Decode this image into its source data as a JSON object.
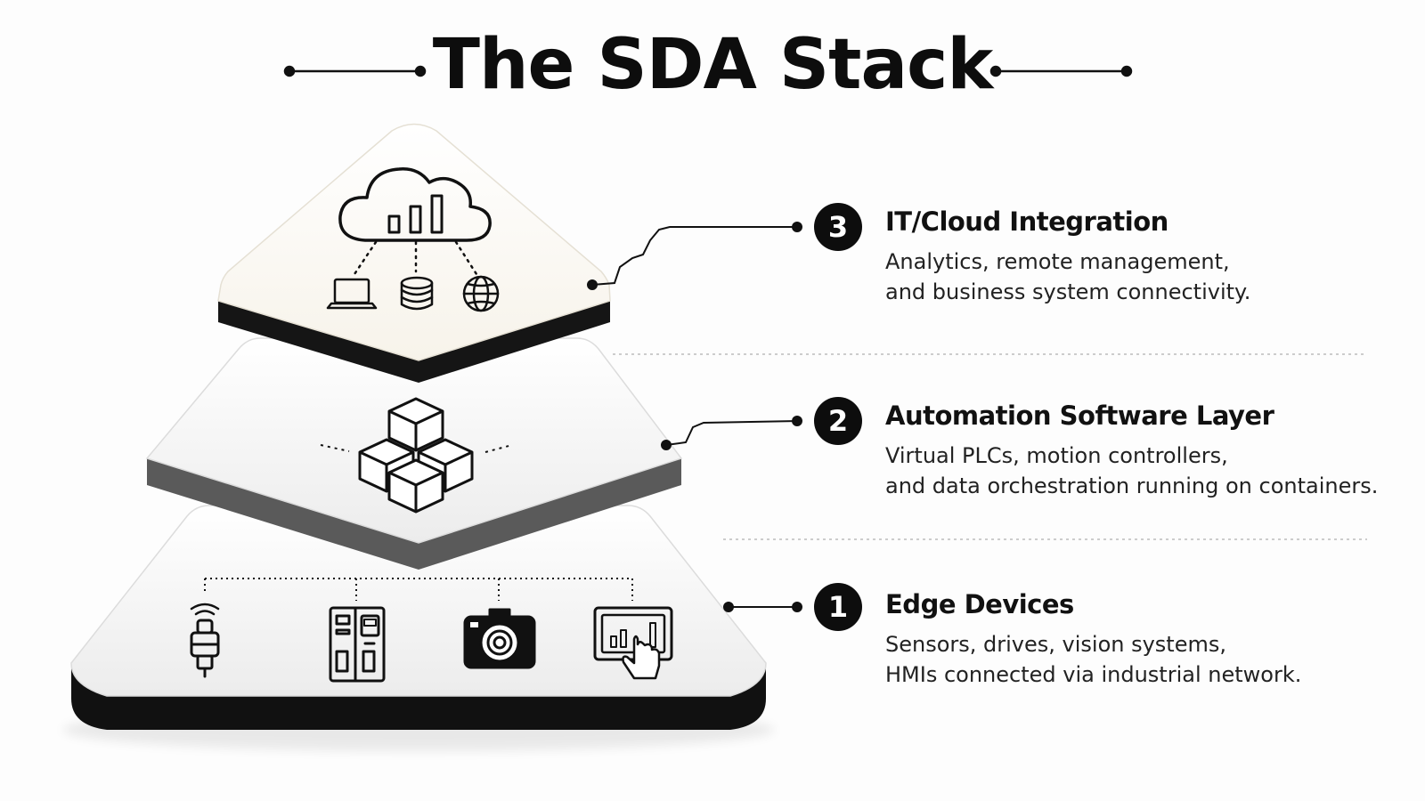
{
  "title": "The SDA Stack",
  "layers": [
    {
      "number": "3",
      "heading": "IT/Cloud Integration",
      "description_lines": [
        "Analytics, remote management,",
        "and business system connectivity."
      ],
      "icons": [
        "cloud-chart-icon",
        "laptop-icon",
        "database-icon",
        "globe-icon"
      ]
    },
    {
      "number": "2",
      "heading": "Automation Software Layer",
      "description_lines": [
        "Virtual PLCs, motion controllers,",
        "and data orchestration running on containers."
      ],
      "icons": [
        "containers-cubes-icon"
      ]
    },
    {
      "number": "1",
      "heading": "Edge Devices",
      "description_lines": [
        "Sensors, drives, vision systems,",
        "HMIs connected via industrial network."
      ],
      "icons": [
        "sensor-icon",
        "drive-cabinet-icon",
        "camera-icon",
        "hmi-touch-icon"
      ]
    }
  ],
  "colors": {
    "ink": "#0d0d0d",
    "tier_fill": "#f4f4f4",
    "top_tier_fill": "#fffdf8"
  }
}
